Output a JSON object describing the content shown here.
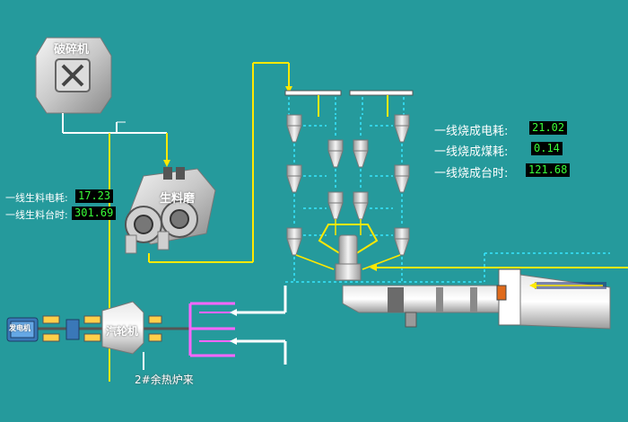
{
  "equipment": {
    "crusher": "破碎机",
    "mill": "生料磨",
    "turbine": "汽轮机",
    "generator": "发电机",
    "boiler_source": "2#余热炉来"
  },
  "raw_mill": {
    "power_label": "一线生料电耗:",
    "power_value": "17.23",
    "output_label": "一线生料台时:",
    "output_value": "301.69"
  },
  "clinker": {
    "power_label": "一线烧成电耗:",
    "power_value": "21.02",
    "coal_label": "一线烧成煤耗:",
    "coal_value": "0.14",
    "output_label": "一线烧成台时:",
    "output_value": "121.68"
  },
  "colors": {
    "background": "#259a9c",
    "yellow_pipe": "#ffe800",
    "cyan_dashed": "#37e6ff",
    "white_pipe": "#ffffff",
    "magenta_pipe": "#ff66ff",
    "value_text": "#39ff39"
  }
}
